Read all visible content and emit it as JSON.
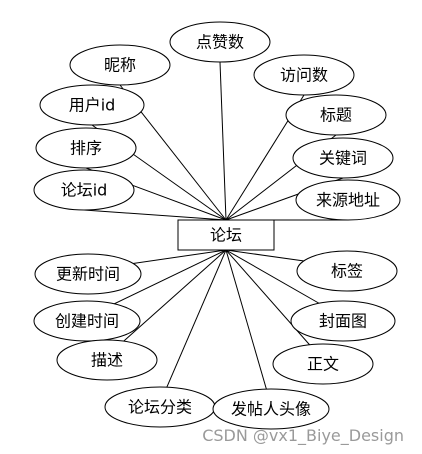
{
  "entity": {
    "label": "论坛"
  },
  "attributes": [
    {
      "label": "昵称"
    },
    {
      "label": "点赞数"
    },
    {
      "label": "访问数"
    },
    {
      "label": "用户id"
    },
    {
      "label": "标题"
    },
    {
      "label": "排序"
    },
    {
      "label": "关键词"
    },
    {
      "label": "论坛id"
    },
    {
      "label": "来源地址"
    },
    {
      "label": "更新时间"
    },
    {
      "label": "标签"
    },
    {
      "label": "创建时间"
    },
    {
      "label": "封面图"
    },
    {
      "label": "描述"
    },
    {
      "label": "正文"
    },
    {
      "label": "论坛分类"
    },
    {
      "label": "发帖人头像"
    }
  ],
  "watermark": {
    "text": "CSDN @vx1_Biye_Design"
  }
}
